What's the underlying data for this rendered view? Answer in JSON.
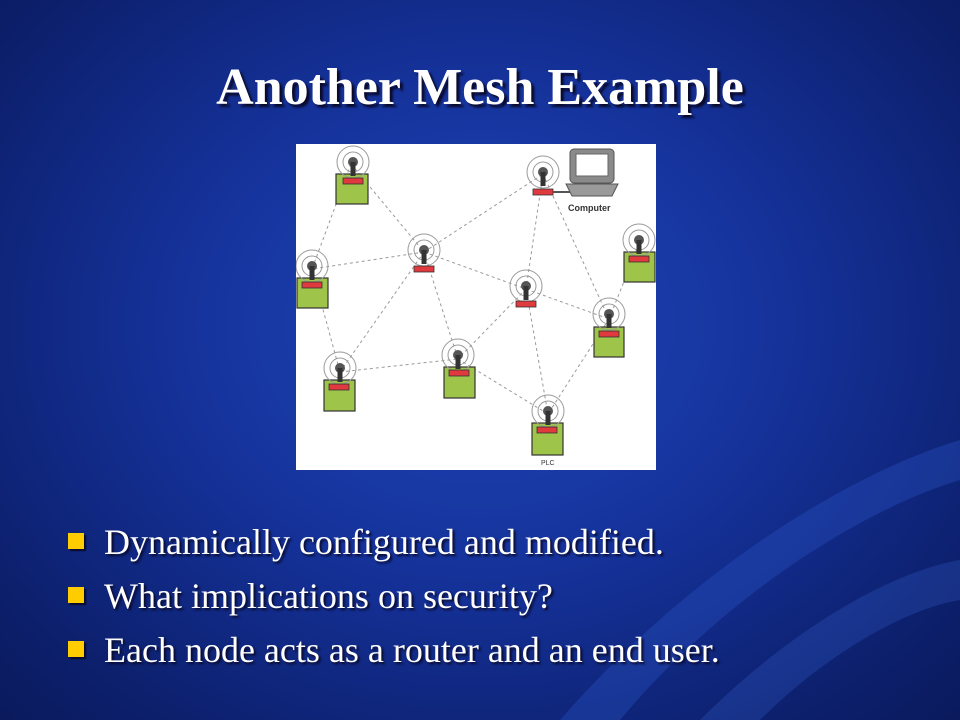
{
  "slide": {
    "title": "Another Mesh Example",
    "bullets": [
      "Dynamically configured and modified.",
      "What implications on security?",
      "Each node acts as a router and an end user."
    ]
  },
  "diagram": {
    "computer_label": "Computer",
    "plc_label": "PLC"
  },
  "colors": {
    "background": "#15329a",
    "bullet_square": "#ffcc00",
    "node_box": "#9ec44a",
    "radio_tag": "#e0393e"
  }
}
